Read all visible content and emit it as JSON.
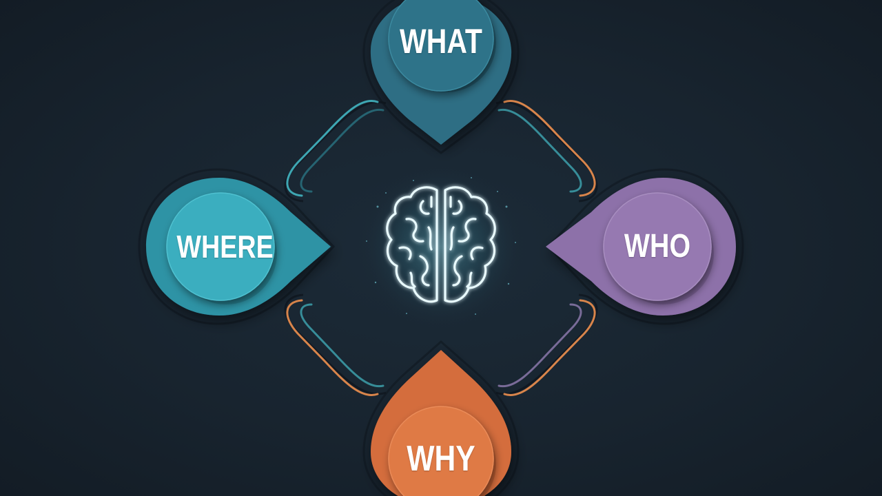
{
  "nodes": {
    "what": {
      "label": "WHAT",
      "color": "#2d6e84",
      "inner": "#2f7389"
    },
    "where": {
      "label": "WHERE",
      "color": "#2f93a5",
      "inner": "#3aaebf"
    },
    "who": {
      "label": "WHO",
      "color": "#8d71a9",
      "inner": "#9679b1"
    },
    "why": {
      "label": "WHY",
      "color": "#d46d3e",
      "inner": "#df7a45"
    }
  },
  "center": {
    "icon": "brain-icon",
    "glow": "#7fe3f2"
  },
  "connectors": {
    "teal": "#3ea7b3",
    "orange": "#d9854b",
    "purple": "#8b78aa"
  },
  "background": "#172330"
}
